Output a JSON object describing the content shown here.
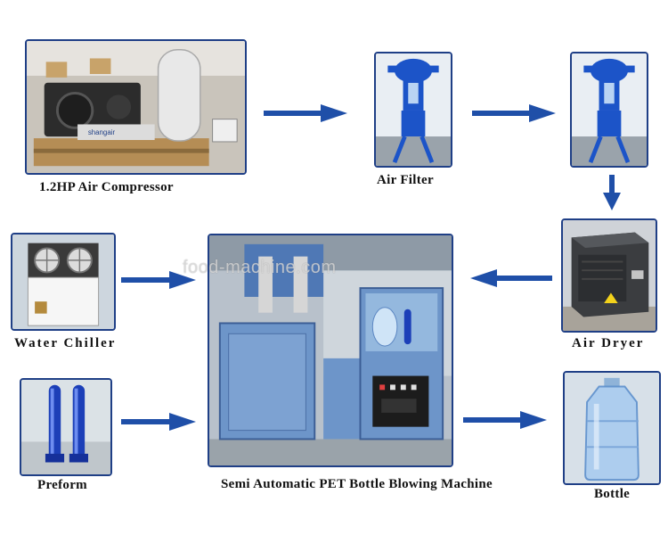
{
  "diagram": {
    "nodes": {
      "compressor": {
        "label": "1.2HP Air Compressor",
        "brand": "shangair"
      },
      "filter1": {
        "label": "Air Filter"
      },
      "filter2": {
        "label": ""
      },
      "dryer": {
        "label": "Air Dryer"
      },
      "chiller": {
        "label": "Water Chiller"
      },
      "machine": {
        "label": "Semi Automatic PET Bottle Blowing Machine"
      },
      "preform": {
        "label": "Preform"
      },
      "bottle": {
        "label": "Bottle"
      }
    },
    "edges": [
      {
        "from": "compressor",
        "to": "filter1"
      },
      {
        "from": "filter1",
        "to": "filter2"
      },
      {
        "from": "filter2",
        "to": "dryer"
      },
      {
        "from": "dryer",
        "to": "machine"
      },
      {
        "from": "chiller",
        "to": "machine"
      },
      {
        "from": "preform",
        "to": "machine"
      },
      {
        "from": "machine",
        "to": "bottle"
      }
    ],
    "watermark": "food-machine.com"
  },
  "colors": {
    "frame": "#1f3f86",
    "arrow": "#1f4fa8",
    "machine_body": "#6d95c9",
    "filter_blue": "#1c54c8"
  }
}
